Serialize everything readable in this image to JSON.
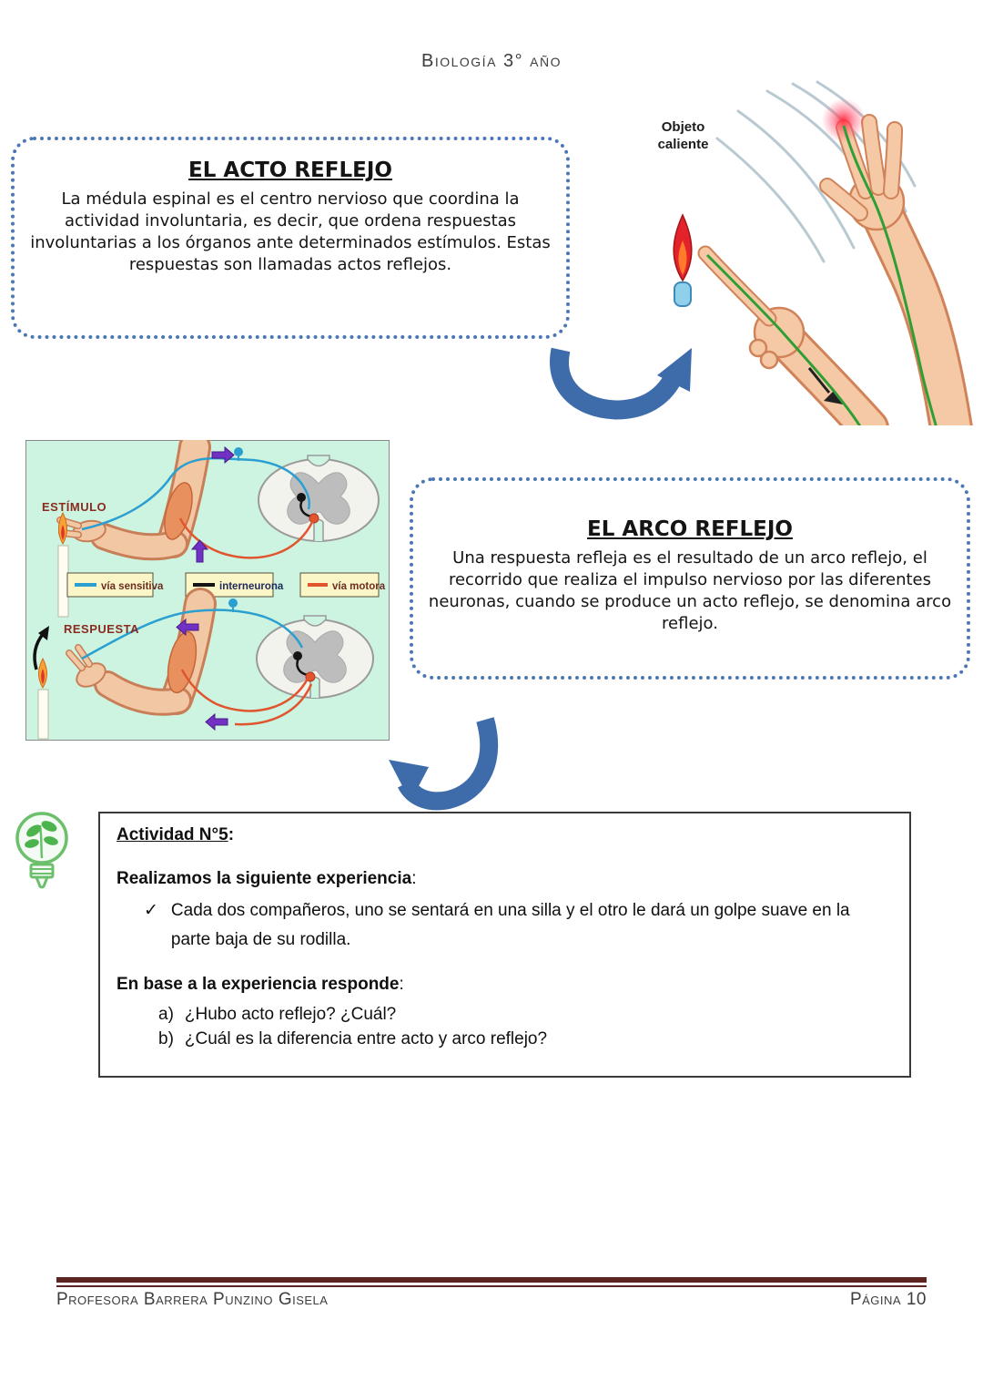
{
  "header": {
    "title": "Biología 3° año"
  },
  "acto_box": {
    "title": "EL ACTO REFLEJO",
    "body": "La médula espinal es el centro nervioso que coordina la actividad involuntaria, es decir, que ordena respuestas involuntarias a los órganos ante determinados estímulos. Estas respuestas son llamadas actos reflejos."
  },
  "arco_box": {
    "title": "EL ARCO REFLEJO",
    "body": "Una respuesta refleja es el resultado de un arco reflejo, el recorrido que realiza el impulso nervioso por las diferentes neuronas, cuando se produce un acto reflejo, se denomina arco reflejo."
  },
  "hand_figure": {
    "label": "Objeto caliente"
  },
  "diagram": {
    "stimulus_label": "ESTÍMULO",
    "response_label": "RESPUESTA",
    "legend": [
      {
        "label": "vía sensitiva",
        "color": "#2b9fd0"
      },
      {
        "label": "interneurona",
        "color": "#141414"
      },
      {
        "label": "vía motora",
        "color": "#e0552e"
      }
    ]
  },
  "activity": {
    "title": "Actividad N°5",
    "colon": ":",
    "experience_heading": "Realizamos la siguiente experiencia",
    "check_glyph": "✓",
    "experience_item": "Cada dos compañeros, uno se sentará en una silla y el otro le dará un golpe suave en la parte baja de su rodilla.",
    "respond_heading": "En base a la experiencia responde",
    "questions": [
      {
        "label": "a)",
        "text": "¿Hubo acto reflejo? ¿Cuál?"
      },
      {
        "label": "b)",
        "text": "¿Cuál es la diferencia entre acto y arco reflejo?"
      }
    ]
  },
  "footer": {
    "author": "Profesora Barrera Punzino Gisela",
    "page_number": "Página 10"
  },
  "colors": {
    "dotted_border_blue": "#4b77b5",
    "arrow_blue": "#3e6cab",
    "footer_maroon": "#5e2421",
    "diagram_background": "#cdf4e1",
    "diagram_label_maroon": "#8b2b20",
    "legend_background": "#fbf6c8",
    "bulb_green": "#6cc06c"
  }
}
